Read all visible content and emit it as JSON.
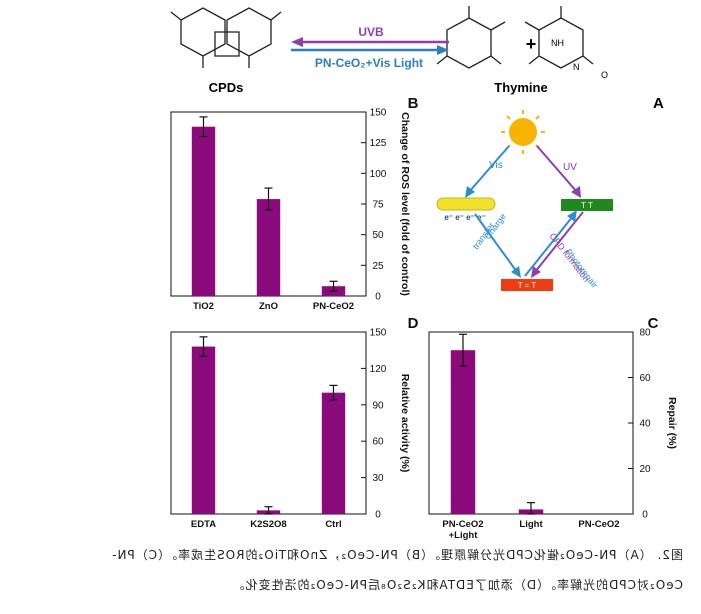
{
  "scheme": {
    "left_molecule_label": "Thymine",
    "plus_sign": "+",
    "right_molecule_label": "CPDs",
    "arrow_top_label": "UVB",
    "arrow_bottom_label": "PN-CeO₂+Vis Light",
    "colors": {
      "arrow_top": "#8e3fae",
      "arrow_bottom": "#2a7fc2"
    }
  },
  "panelA": {
    "letter": "A",
    "uv_label": "UV",
    "vis_label": "Vis",
    "tt_top": "T  T",
    "tt_bottom": "T = T",
    "electrons": "e⁻ e⁻ e⁻ e⁻",
    "cpd_formation": "CPD formation",
    "photorepair": "Photorepair",
    "charge": "Charge",
    "transfer": "transfer",
    "colors": {
      "green": "#1e8a1e",
      "red": "#f03a10",
      "yellow": "#f2e12a",
      "uv_arrow": "#8e3fae",
      "vis_arrow": "#2a8fd0",
      "sun": "#f6b400"
    }
  },
  "caption": {
    "line1": "图2. （A）PN-CeO₂催化CPD光分解原理。（B）PN-CeO₂，ZnO和TiO₂的ROS生成率。（C）PN-",
    "line2": "CeO₂对CPD的光解率。（D）添加了EDTA和K₂S₂O₈后PN-CeO₂的活性变化。"
  },
  "chart_data": [
    {
      "panel": "B",
      "type": "bar",
      "categories": [
        "PN-CeO2",
        "ZnO",
        "TiO2"
      ],
      "values": [
        8,
        79,
        138
      ],
      "errors": [
        4,
        9,
        8
      ],
      "ylabel": "Change of ROS level (fold of control)",
      "ylim": [
        0,
        150
      ],
      "yticks": [
        0,
        25,
        50,
        75,
        100,
        125,
        150
      ],
      "color": "#8b0a7c"
    },
    {
      "panel": "C",
      "type": "bar",
      "categories": [
        "PN-CeO2",
        "Light",
        "PN-CeO2\n+Light"
      ],
      "values": [
        0,
        2,
        72
      ],
      "errors": [
        0,
        3,
        7
      ],
      "ylabel": "Repair (%)",
      "ylim": [
        0,
        80
      ],
      "yticks": [
        0,
        20,
        40,
        60,
        80
      ],
      "color": "#8b0a7c"
    },
    {
      "panel": "D",
      "type": "bar",
      "categories": [
        "Ctrl",
        "K2S2O8",
        "EDTA"
      ],
      "values": [
        100,
        3,
        138
      ],
      "errors": [
        6,
        3,
        8
      ],
      "ylabel": "Relative activity (%)",
      "ylim": [
        0,
        150
      ],
      "yticks": [
        0,
        30,
        60,
        90,
        120,
        150
      ],
      "color": "#8b0a7c"
    }
  ]
}
